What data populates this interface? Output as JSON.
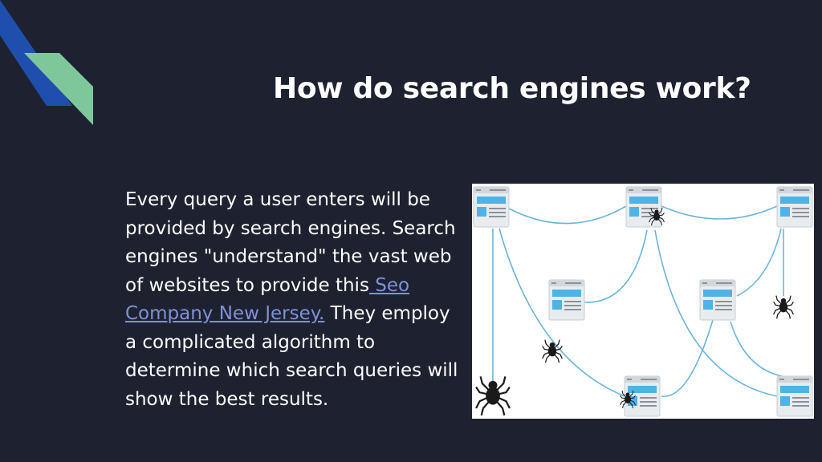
{
  "slide": {
    "title": "How do search engines work?",
    "paragraph_start": "Every query a user enters will be provided by search engines. Search engines \"understand\" the vast web of websites to provide this",
    "link_text": " Seo Company New Jersey.",
    "paragraph_end": " They employ a complicated algorithm to determine which search queries will show the best results."
  },
  "colors": {
    "background": "#1e2130",
    "accent_blue": "#1f4fae",
    "accent_green": "#7ec79b",
    "link": "#7d92d6",
    "web_line": "#6cb4de",
    "page_icon_blue": "#4fb3e8",
    "spider": "#1a1a1a"
  },
  "illustration": {
    "icons": [
      "web-page-icon",
      "spider-icon"
    ]
  }
}
